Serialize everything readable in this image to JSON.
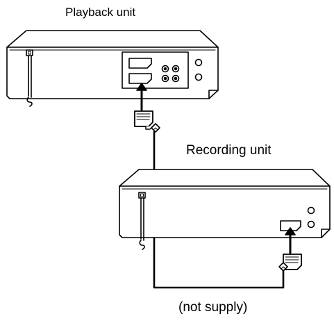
{
  "labels": {
    "playback_unit": "Playback unit",
    "recording_unit": "Recording unit",
    "cable_note": "(not supply)"
  },
  "colors": {
    "line": "#000000",
    "fill": "#ffffff"
  }
}
